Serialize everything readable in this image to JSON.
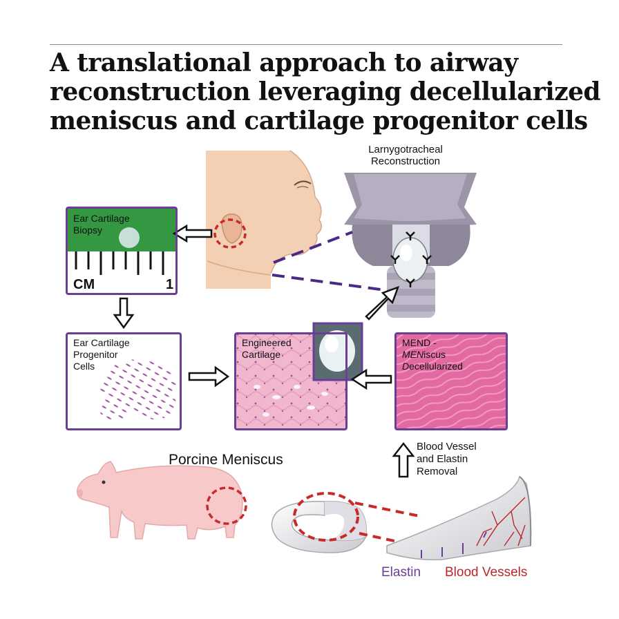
{
  "title": {
    "line1": "A translational approach to airway",
    "line2": "reconstruction leveraging decellularized",
    "line3": "meniscus and cartilage progenitor cells"
  },
  "labels": {
    "larnygo_line1": "Larnygotracheal",
    "larnygo_line2": "Reconstruction",
    "biopsy_line1": "Ear Cartilage",
    "biopsy_line2": "Biopsy",
    "ruler_text": "CM",
    "ruler_digit": "1",
    "progenitor_line1": "Ear Cartilage",
    "progenitor_line2": "Progenitor",
    "progenitor_line3": "Cells",
    "engineered_line1": "Engineered",
    "engineered_line2": "Cartilage",
    "mend_line1": "MEND -",
    "mend_line2_italic": "MEN",
    "mend_line2_rest": "iscus",
    "mend_line3_italic": "D",
    "mend_line3_rest": "ecellularized",
    "removal_line1": "Blood Vessel",
    "removal_line2": "and Elastin",
    "removal_line3": "Removal",
    "porcine": "Porcine Meniscus",
    "elastin": "Elastin",
    "blood_vessels": "Blood Vessels"
  },
  "colors": {
    "panel_border": "#6a3d96",
    "dash_purple": "#4b2a85",
    "dash_red": "#c8292b",
    "elastin_text": "#6a3d96",
    "vessel_text": "#b8282a"
  }
}
